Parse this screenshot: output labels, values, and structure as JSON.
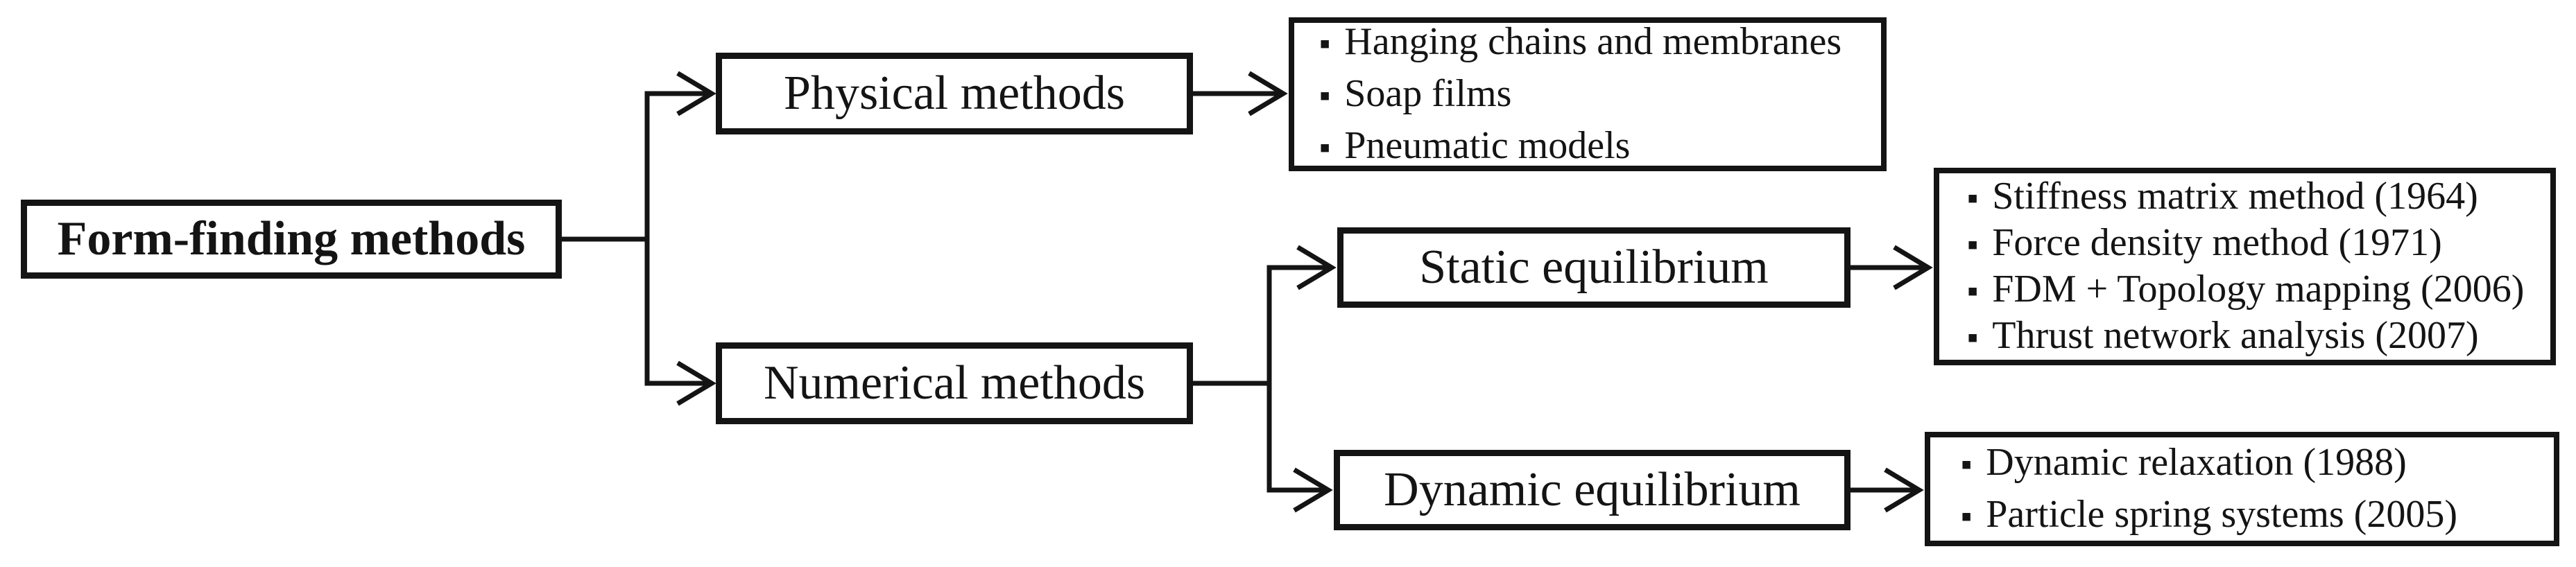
{
  "colors": {
    "ink": "#141414",
    "background": "#ffffff"
  },
  "icons": {
    "bullet": "▪",
    "arrowhead": "open-chevron-right"
  },
  "diagram": {
    "root": {
      "label": "Form-finding methods"
    },
    "branches": [
      {
        "label": "Physical methods",
        "items": [
          "Hanging chains and membranes",
          "Soap films",
          "Pneumatic models"
        ]
      },
      {
        "label": "Numerical methods",
        "children": [
          {
            "label": "Static equilibrium",
            "items": [
              "Stiffness matrix method (1964)",
              "Force density method (1971)",
              "FDM + Topology mapping (2006)",
              "Thrust network analysis (2007)"
            ]
          },
          {
            "label": "Dynamic equilibrium",
            "items": [
              "Dynamic relaxation (1988)",
              "Particle spring systems (2005)"
            ]
          }
        ]
      }
    ]
  }
}
